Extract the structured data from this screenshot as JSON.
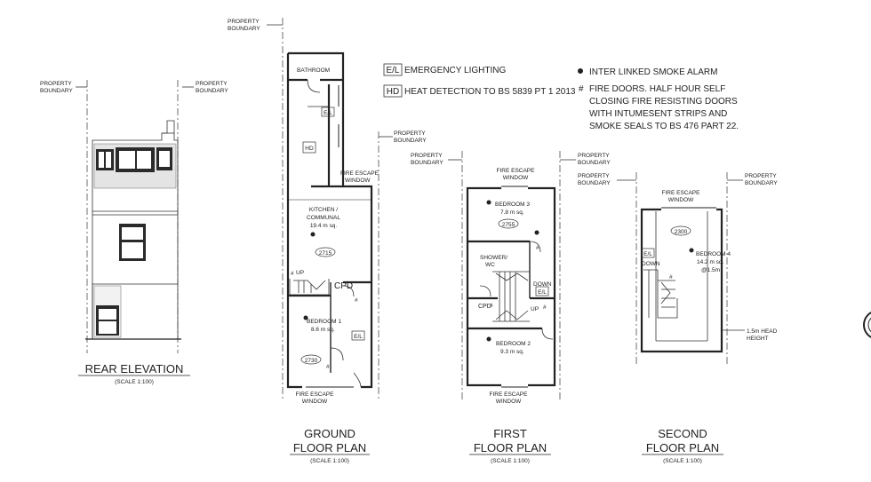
{
  "legend": {
    "el_code": "E/L",
    "el_text": "EMERGENCY LIGHTING",
    "hd_code": "HD",
    "hd_text": "HEAT DETECTION TO BS 5839 PT 1 2013",
    "smoke_text": "INTER LINKED SMOKE ALARM",
    "fire_doors_lines": [
      "FIRE DOORS. HALF HOUR SELF",
      "CLOSING FIRE RESISTING DOORS",
      "WITH INTUMESENT STRIPS AND",
      "SMOKE SEALS TO BS 476 PART 22."
    ]
  },
  "boundary": {
    "line1": "PROPERTY",
    "line2": "BOUNDARY"
  },
  "window_label": {
    "line1": "FIRE ESCAPE",
    "line2": "WINDOW"
  },
  "rear_elevation": {
    "title": "REAR ELEVATION",
    "scale": "(SCALE 1:100)"
  },
  "ground_floor": {
    "title1": "GROUND",
    "title2": "FLOOR PLAN",
    "scale": "(SCALE 1:100)",
    "bathroom": "BATHROOM",
    "el": "E/L",
    "hd": "HD",
    "kitchen1": "KITCHEN /",
    "kitchen2": "COMMUNAL",
    "kitchen_area": "19.4 m sq.",
    "height1": "2715",
    "cpd": "CPD",
    "up": "UP",
    "bedroom1": "BEDROOM 1",
    "bedroom1_area": "8.6 m sq.",
    "height2": "2730"
  },
  "first_floor": {
    "title1": "FIRST",
    "title2": "FLOOR PLAN",
    "scale": "(SCALE 1:100)",
    "bedroom3": "BEDROOM 3",
    "bedroom3_area": "7.8 m sq.",
    "height": "2755",
    "shower1": "SHOWER/",
    "shower2": "WC",
    "down": "DOWN",
    "el": "E/L",
    "cpd": "CPD",
    "up": "UP",
    "bedroom2": "BEDROOM 2",
    "bedroom2_area": "9.3 m sq."
  },
  "second_floor": {
    "title1": "SECOND",
    "title2": "FLOOR PLAN",
    "scale": "(SCALE 1:100)",
    "height": "2300",
    "el": "E/L",
    "down": "DOWN",
    "bedroom4": "BEDROOM 4",
    "bedroom4_area": "14.2 m sq.",
    "bedroom4_note": "@1.5m",
    "head1": "1.5m HEAD",
    "head2": "HEIGHT"
  }
}
